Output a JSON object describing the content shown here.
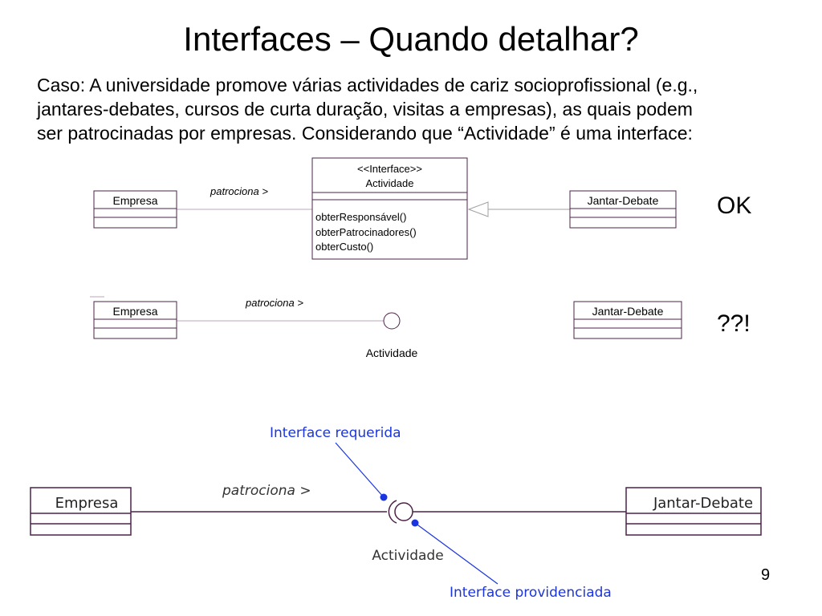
{
  "title": "Interfaces – Quando detalhar?",
  "case_text": [
    "Caso: A universidade promove várias actividades de cariz socioprofissional (e.g.,",
    "jantares-debates, cursos de curta duração, visitas a empresas), as quais podem",
    "ser patrocinadas por empresas. Considerando que “Actividade” é uma interface:"
  ],
  "diagram1": {
    "class_left": "Empresa",
    "association": "patrociona >",
    "interface_stereotype": "<<Interface>>",
    "interface_name": "Actividade",
    "operations": [
      "obterResponsável()",
      "obterPatrocinadores()",
      "obterCusto()"
    ],
    "class_right": "Jantar-Debate",
    "verdict": "OK"
  },
  "diagram2": {
    "class_left": "Empresa",
    "association": "patrociona >",
    "interface_name": "Actividade",
    "class_right": "Jantar-Debate",
    "verdict": "??!"
  },
  "diagram3": {
    "class_left": "Empresa",
    "association": "patrociona >",
    "interface_name": "Actividade",
    "class_right": "Jantar-Debate",
    "required_label": "Interface requerida",
    "provided_label": "Interface providenciada"
  },
  "page_number": "9",
  "colors": {
    "box_border": "#4b2348",
    "line_purple": "#4b2348",
    "realization": "#a0a0a0",
    "annotation_blue": "#1a35e0"
  }
}
